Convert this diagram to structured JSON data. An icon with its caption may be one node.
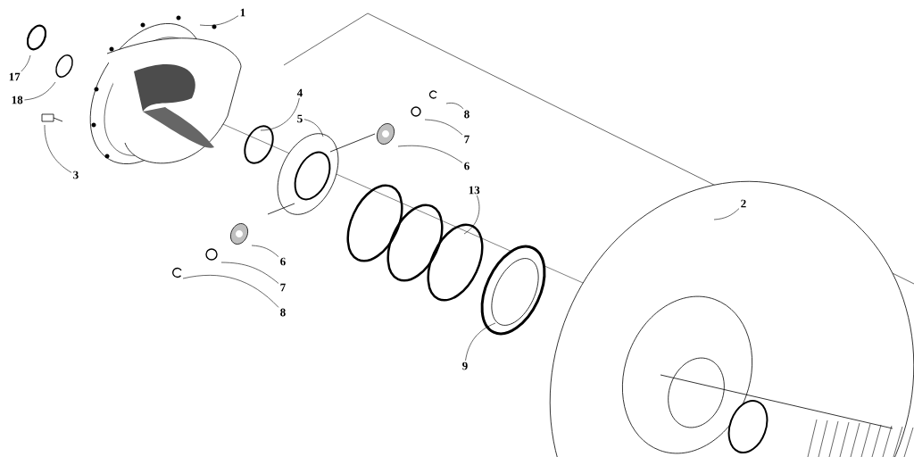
{
  "diagram": {
    "nodes": [
      {
        "text": [
          "1"
        ]
      },
      {
        "text": [
          "17"
        ]
      },
      {
        "text": [
          "18"
        ]
      },
      {
        "text": [
          "3"
        ]
      },
      {
        "text": [
          "4"
        ]
      },
      {
        "text": [
          "5"
        ]
      },
      {
        "text": [
          "8"
        ]
      },
      {
        "text": [
          "7"
        ]
      },
      {
        "text": [
          "6"
        ]
      },
      {
        "text": [
          "13"
        ]
      },
      {
        "text": [
          "2"
        ]
      },
      {
        "text": [
          "6"
        ]
      },
      {
        "text": [
          "7"
        ]
      },
      {
        "text": [
          "8"
        ]
      },
      {
        "text": [
          "9"
        ]
      }
    ],
    "edges": [
      {
        "from": 0,
        "to": null,
        "arrow": "none"
      },
      {
        "from": 1,
        "to": null,
        "arrow": "none"
      },
      {
        "from": 2,
        "to": null,
        "arrow": "none"
      },
      {
        "from": 3,
        "to": null,
        "arrow": "none"
      },
      {
        "from": 4,
        "to": null,
        "arrow": "none"
      },
      {
        "from": 5,
        "to": null,
        "arrow": "none"
      },
      {
        "from": 6,
        "to": null,
        "arrow": "none"
      },
      {
        "from": 7,
        "to": null,
        "arrow": "none"
      },
      {
        "from": 8,
        "to": null,
        "arrow": "none"
      },
      {
        "from": 9,
        "to": null,
        "arrow": "none"
      },
      {
        "from": 10,
        "to": null,
        "arrow": "none"
      },
      {
        "from": 11,
        "to": null,
        "arrow": "none"
      },
      {
        "from": 12,
        "to": null,
        "arrow": "none"
      },
      {
        "from": 13,
        "to": null,
        "arrow": "none"
      },
      {
        "from": 14,
        "to": null,
        "arrow": "none"
      }
    ]
  }
}
